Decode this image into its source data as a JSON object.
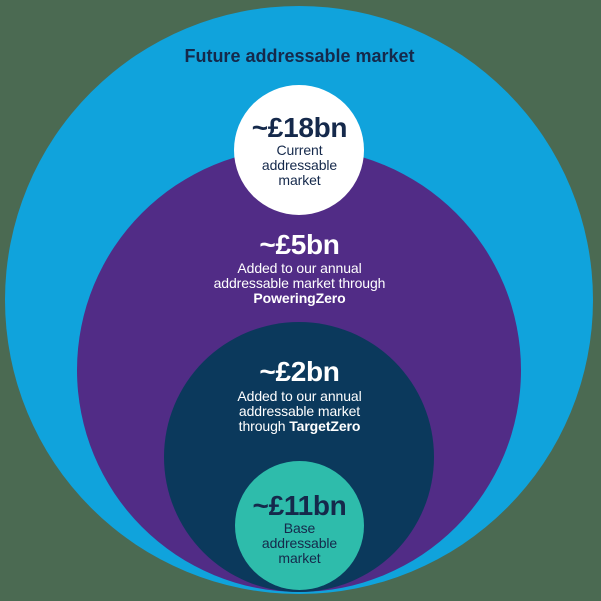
{
  "background_color": "#4B6A52",
  "diagram": {
    "outer": {
      "label": "Future addressable market",
      "color": "#10A3DC"
    },
    "current": {
      "value": "~£18bn",
      "line1": "Current",
      "line2": "addressable",
      "line3": "market",
      "color": "#FFFFFF"
    },
    "powering": {
      "value": "~£5bn",
      "line1": "Added to our annual",
      "line2": "addressable market through",
      "bold": "PoweringZero",
      "color": "#512C86"
    },
    "target": {
      "value": "~£2bn",
      "line1": "Added to our annual",
      "line2": "addressable market",
      "line3_prefix": "through ",
      "bold": "TargetZero",
      "color": "#0B395C"
    },
    "base": {
      "value": "~£11bn",
      "line1": "Base",
      "line2": "addressable",
      "line3": "market",
      "color": "#2EBCAB"
    }
  },
  "text_colors": {
    "dark": "#15294B",
    "light": "#FFFFFF"
  }
}
